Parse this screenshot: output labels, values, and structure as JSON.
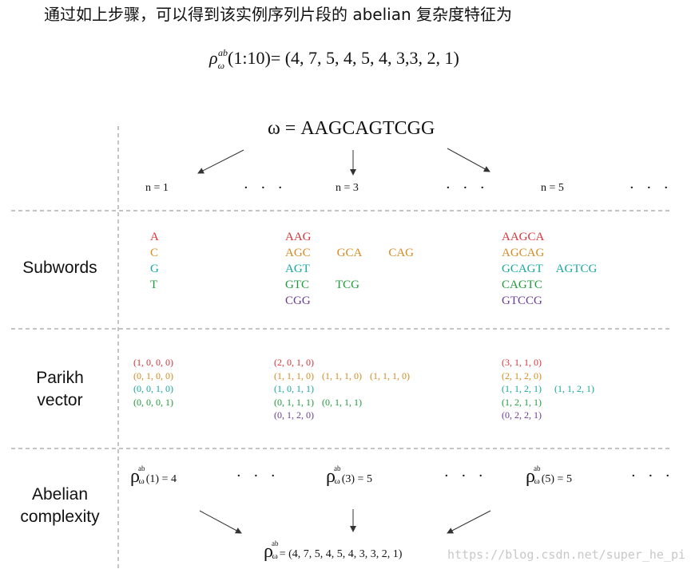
{
  "intro_text": "通过如上步骤，可以得到该实例序列片段的 abelian 复杂度特征为",
  "top_formula": {
    "symbol": "ρ",
    "sup": "ab",
    "sub": "ω",
    "arg": "(1:10)",
    "rhs": "= (4, 7, 5, 4, 5, 4, 3,3, 2, 1)"
  },
  "omega_line": "ω = AAGCAGTCGG",
  "n_labels": [
    "n = 1",
    "n = 3",
    "n = 5"
  ],
  "ellipsis": "· · ·",
  "row_labels": {
    "subwords": "Subwords",
    "parikh": "Parikh\nvector",
    "abelian": "Abelian\ncomplexity"
  },
  "colors": {
    "red": "#d9343a",
    "orange": "#d68b22",
    "teal": "#1aa7a0",
    "green": "#1f9a3c",
    "purple": "#6a3d8f",
    "grid": "#888888"
  },
  "subwords": {
    "n1": [
      {
        "text": "A",
        "color": "red"
      },
      {
        "text": "C",
        "color": "orange"
      },
      {
        "text": "G",
        "color": "teal"
      },
      {
        "text": "T",
        "color": "green"
      }
    ],
    "n3": [
      [
        {
          "text": "AAG",
          "color": "red"
        }
      ],
      [
        {
          "text": "AGC",
          "color": "orange"
        },
        {
          "text": "GCA",
          "color": "orange"
        },
        {
          "text": "CAG",
          "color": "orange"
        }
      ],
      [
        {
          "text": "AGT",
          "color": "teal"
        }
      ],
      [
        {
          "text": "GTC",
          "color": "green"
        },
        {
          "text": "TCG",
          "color": "green"
        }
      ],
      [
        {
          "text": "CGG",
          "color": "purple"
        }
      ]
    ],
    "n5": [
      [
        {
          "text": "AAGCA",
          "color": "red"
        }
      ],
      [
        {
          "text": "AGCAG",
          "color": "orange"
        }
      ],
      [
        {
          "text": "GCAGT",
          "color": "teal"
        },
        {
          "text": "AGTCG",
          "color": "teal"
        }
      ],
      [
        {
          "text": "CAGTC",
          "color": "green"
        }
      ],
      [
        {
          "text": "GTCCG",
          "color": "purple"
        }
      ]
    ]
  },
  "parikh": {
    "n1": [
      [
        {
          "text": "(1, 0, 0, 0)",
          "color": "red"
        }
      ],
      [
        {
          "text": "(0, 1, 0, 0)",
          "color": "orange"
        }
      ],
      [
        {
          "text": "(0, 0, 1, 0)",
          "color": "teal"
        }
      ],
      [
        {
          "text": "(0, 0, 0, 1)",
          "color": "green"
        }
      ]
    ],
    "n3": [
      [
        {
          "text": "(2, 0, 1, 0)",
          "color": "red"
        }
      ],
      [
        {
          "text": "(1, 1, 1, 0)",
          "color": "orange"
        },
        {
          "text": "(1, 1, 1, 0)",
          "color": "orange"
        },
        {
          "text": "(1, 1, 1, 0)",
          "color": "orange"
        }
      ],
      [
        {
          "text": "(1, 0, 1, 1)",
          "color": "teal"
        }
      ],
      [
        {
          "text": "(0, 1, 1, 1)",
          "color": "green"
        },
        {
          "text": "(0, 1, 1, 1)",
          "color": "green"
        }
      ],
      [
        {
          "text": "(0, 1, 2, 0)",
          "color": "purple"
        }
      ]
    ],
    "n5": [
      [
        {
          "text": "(3, 1, 1, 0)",
          "color": "red"
        }
      ],
      [
        {
          "text": "(2, 1, 2, 0)",
          "color": "orange"
        }
      ],
      [
        {
          "text": "(1, 1, 2, 1)",
          "color": "teal"
        },
        {
          "text": "(1, 1, 2, 1)",
          "color": "teal"
        }
      ],
      [
        {
          "text": "(1, 2, 1, 1)",
          "color": "green"
        }
      ],
      [
        {
          "text": "(0, 2, 2, 1)",
          "color": "purple"
        }
      ]
    ]
  },
  "abelian": {
    "items": [
      {
        "arg": "(1) = 4"
      },
      {
        "arg": "(3) = 5"
      },
      {
        "arg": "(5) = 5"
      }
    ],
    "result": "= (4, 7, 5, 4, 5, 4, 3, 3, 2, 1)",
    "rho": "ρ",
    "ab": "ab",
    "om": "ω"
  },
  "watermark": "https://blog.csdn.net/super_he_pi"
}
